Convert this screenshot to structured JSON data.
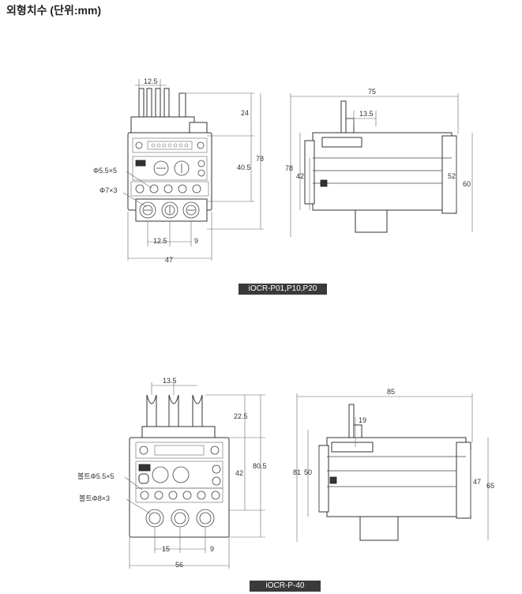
{
  "title": "외형치수 (단위:mm)",
  "model1": {
    "caption": "iOCR-P01,P10,P20",
    "front": {
      "top_width": "12.5",
      "height_top": "24",
      "height_mid": "40.5",
      "height_total": "78",
      "hole1": "Φ5.5×5",
      "hole2": "Φ7×3",
      "pitch": "12.5",
      "offset": "9",
      "width": "47"
    },
    "side": {
      "depth": "75",
      "tab": "13.5",
      "h1": "78",
      "h2": "42",
      "h3": "52",
      "h4": "60"
    }
  },
  "model2": {
    "caption": "iOCR-P-40",
    "front": {
      "top_width": "13.5",
      "height_top": "22.5",
      "height_mid": "42",
      "height_total": "80.5",
      "hole1": "볼트Φ5.5×5",
      "hole2": "볼트Φ8×3",
      "pitch": "15",
      "offset": "9",
      "width": "56"
    },
    "side": {
      "depth": "85",
      "tab": "19",
      "h1": "81",
      "h2": "50",
      "h3": "47",
      "h4": "65"
    }
  }
}
